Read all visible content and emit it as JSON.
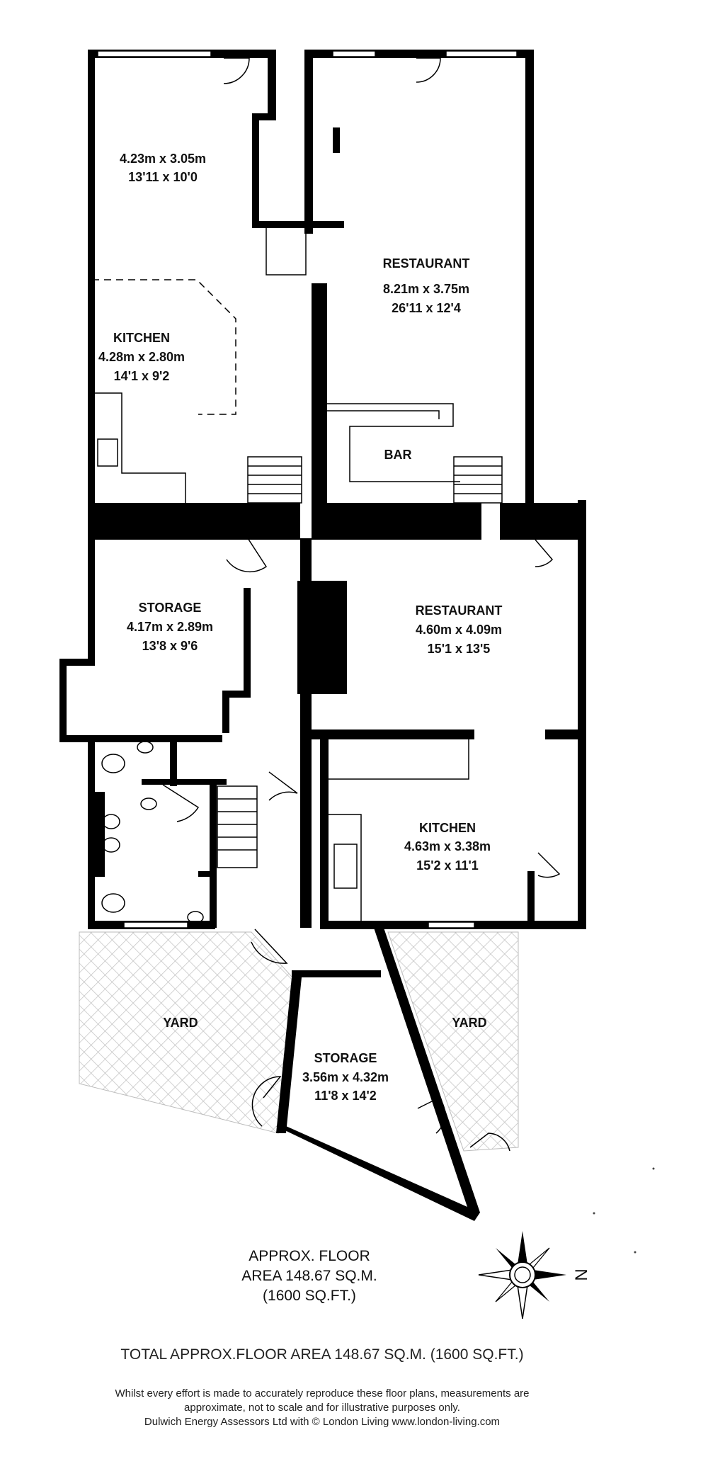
{
  "rooms": {
    "front_left": {
      "name": "",
      "metric": "4.23m x 3.05m",
      "imperial": "13'11 x 10'0"
    },
    "kitchen_upper": {
      "name": "KITCHEN",
      "metric": "4.28m x 2.80m",
      "imperial": "14'1 x 9'2"
    },
    "restaurant_upper": {
      "name": "RESTAURANT",
      "metric": "8.21m x 3.75m",
      "imperial": "26'11 x 12'4"
    },
    "bar": {
      "name": "BAR"
    },
    "storage_mid": {
      "name": "STORAGE",
      "metric": "4.17m x 2.89m",
      "imperial": "13'8 x 9'6"
    },
    "restaurant_lower": {
      "name": "RESTAURANT",
      "metric": "4.60m x 4.09m",
      "imperial": "15'1 x 13'5"
    },
    "kitchen_lower": {
      "name": "KITCHEN",
      "metric": "4.63m x 3.38m",
      "imperial": "15'2 x 11'1"
    },
    "yard_left": {
      "name": "YARD"
    },
    "yard_right": {
      "name": "YARD"
    },
    "storage_rear": {
      "name": "STORAGE",
      "metric": "3.56m x 4.32m",
      "imperial": "11'8 x 14'2"
    }
  },
  "floor_area": {
    "line1": "APPROX. FLOOR",
    "line2": "AREA 148.67 SQ.M.",
    "line3": "(1600 SQ.FT.)"
  },
  "compass": {
    "label": "N"
  },
  "total": "TOTAL APPROX.FLOOR AREA 148.67 SQ.M. (1600 SQ.FT.)",
  "disclaimer": {
    "line1": "Whilst every effort is made to accurately reproduce these floor plans, measurements are",
    "line2": "approximate, not to scale and for illustrative purposes only.",
    "line3": "Dulwich Energy Assessors Ltd with © London Living www.london-living.com"
  },
  "colors": {
    "wall": "#000000",
    "yard_hatch": "#bdbdbd",
    "background": "#ffffff"
  }
}
